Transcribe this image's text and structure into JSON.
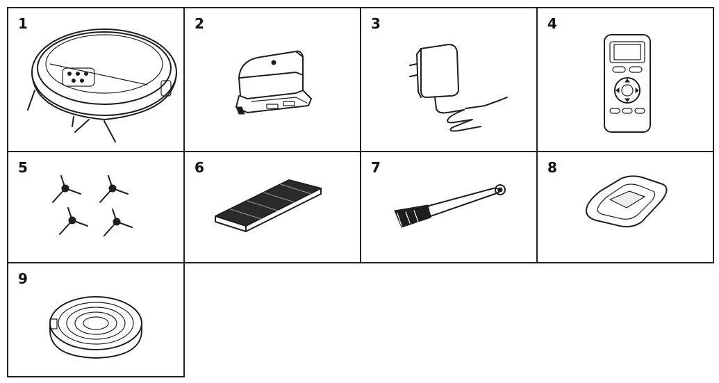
{
  "parts": [
    {
      "number": "1",
      "icon": "robot-vacuum-icon"
    },
    {
      "number": "2",
      "icon": "charging-dock-icon"
    },
    {
      "number": "3",
      "icon": "power-adapter-icon"
    },
    {
      "number": "4",
      "icon": "remote-control-icon"
    },
    {
      "number": "5",
      "icon": "side-brushes-icon"
    },
    {
      "number": "6",
      "icon": "hepa-filter-icon"
    },
    {
      "number": "7",
      "icon": "cleaning-brush-icon"
    },
    {
      "number": "8",
      "icon": "battery-icon"
    },
    {
      "number": "9",
      "icon": "magnetic-strip-icon"
    }
  ]
}
